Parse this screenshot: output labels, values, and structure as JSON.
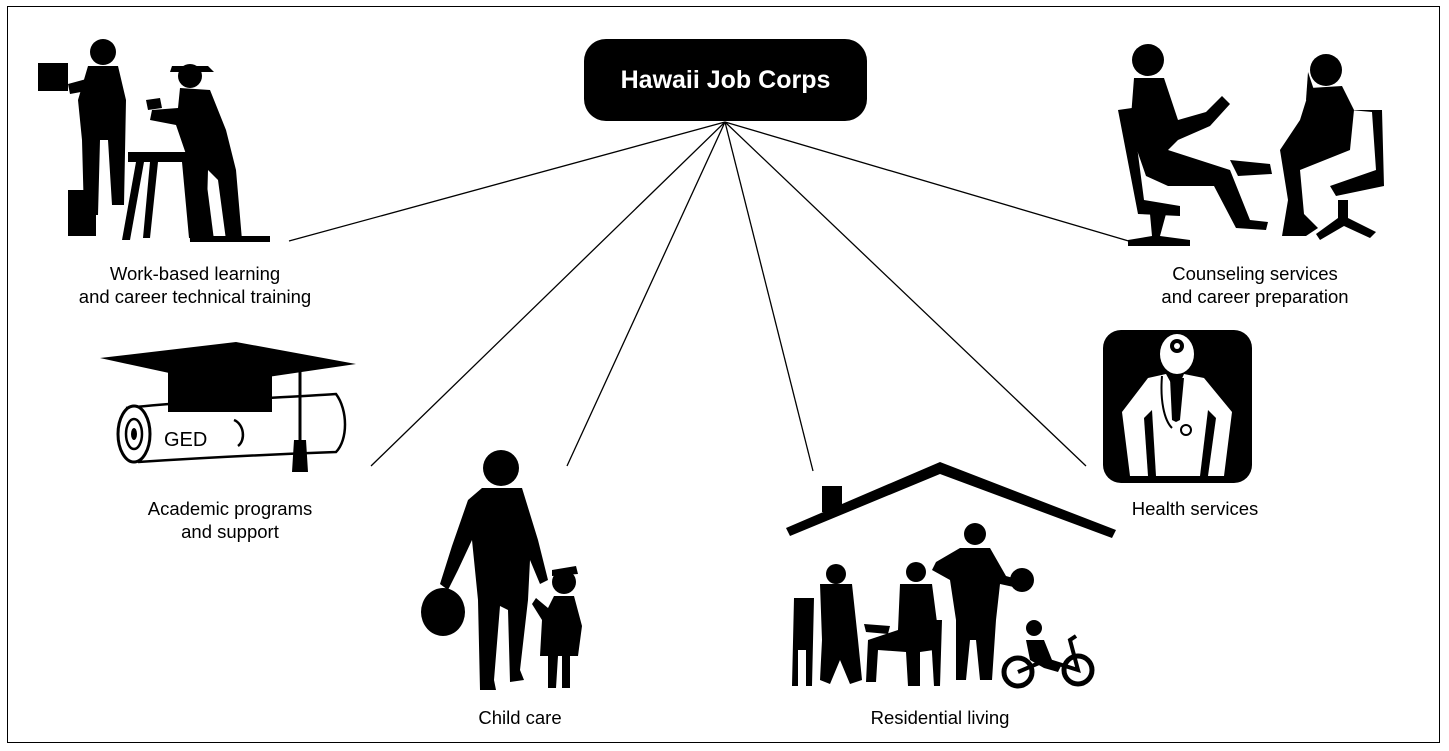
{
  "hub": {
    "label": "Hawaii Job Corps",
    "color": "#000000",
    "text_color": "#ffffff"
  },
  "services": [
    {
      "id": "work",
      "line1": "Work-based learning",
      "line2": "and career technical training",
      "icon": "carpentry-workers-icon"
    },
    {
      "id": "counseling",
      "line1": "Counseling services",
      "line2": "and career preparation",
      "icon": "counseling-session-icon"
    },
    {
      "id": "academic",
      "line1": "Academic programs",
      "line2": "and support",
      "icon": "graduation-cap-diploma-icon",
      "diploma_text": "GED"
    },
    {
      "id": "health",
      "line1": "Health services",
      "line2": "",
      "icon": "doctor-icon"
    },
    {
      "id": "childcare",
      "line1": "Child care",
      "line2": "",
      "icon": "adult-with-child-icon"
    },
    {
      "id": "residential",
      "line1": "Residential living",
      "line2": "",
      "icon": "house-with-family-icon"
    }
  ]
}
